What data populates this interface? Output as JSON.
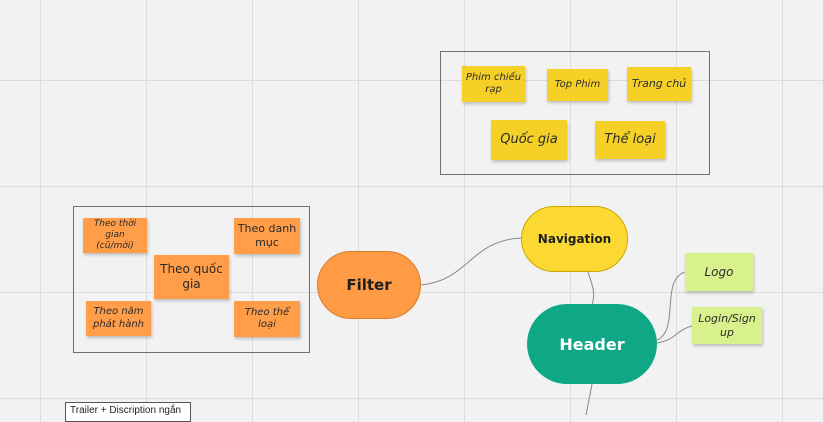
{
  "navigation_group": {
    "notes": [
      "Phim chiếu rạp",
      "Top Phim",
      "Trang chủ",
      "Quốc gia",
      "Thể loại"
    ]
  },
  "filter_group": {
    "notes": [
      "Theo thời gian (cũ/mới)",
      "Theo danh mục",
      "Theo quốc gia",
      "Theo năm phát hành",
      "Theo thể loại"
    ]
  },
  "header_group": {
    "notes": [
      "Logo",
      "Login/Sign up"
    ]
  },
  "nodes": {
    "navigation": "Navigation",
    "filter": "Filter",
    "header": "Header"
  },
  "bottom_label": "Trailer + Discription ngắn",
  "colors": {
    "yellow_note": "#f5d128",
    "orange_note": "#ff9d48",
    "green_note": "#d9f18c",
    "navigation_node": "#fcd932",
    "filter_node": "#ff9b45",
    "header_node": "#0ea887"
  }
}
